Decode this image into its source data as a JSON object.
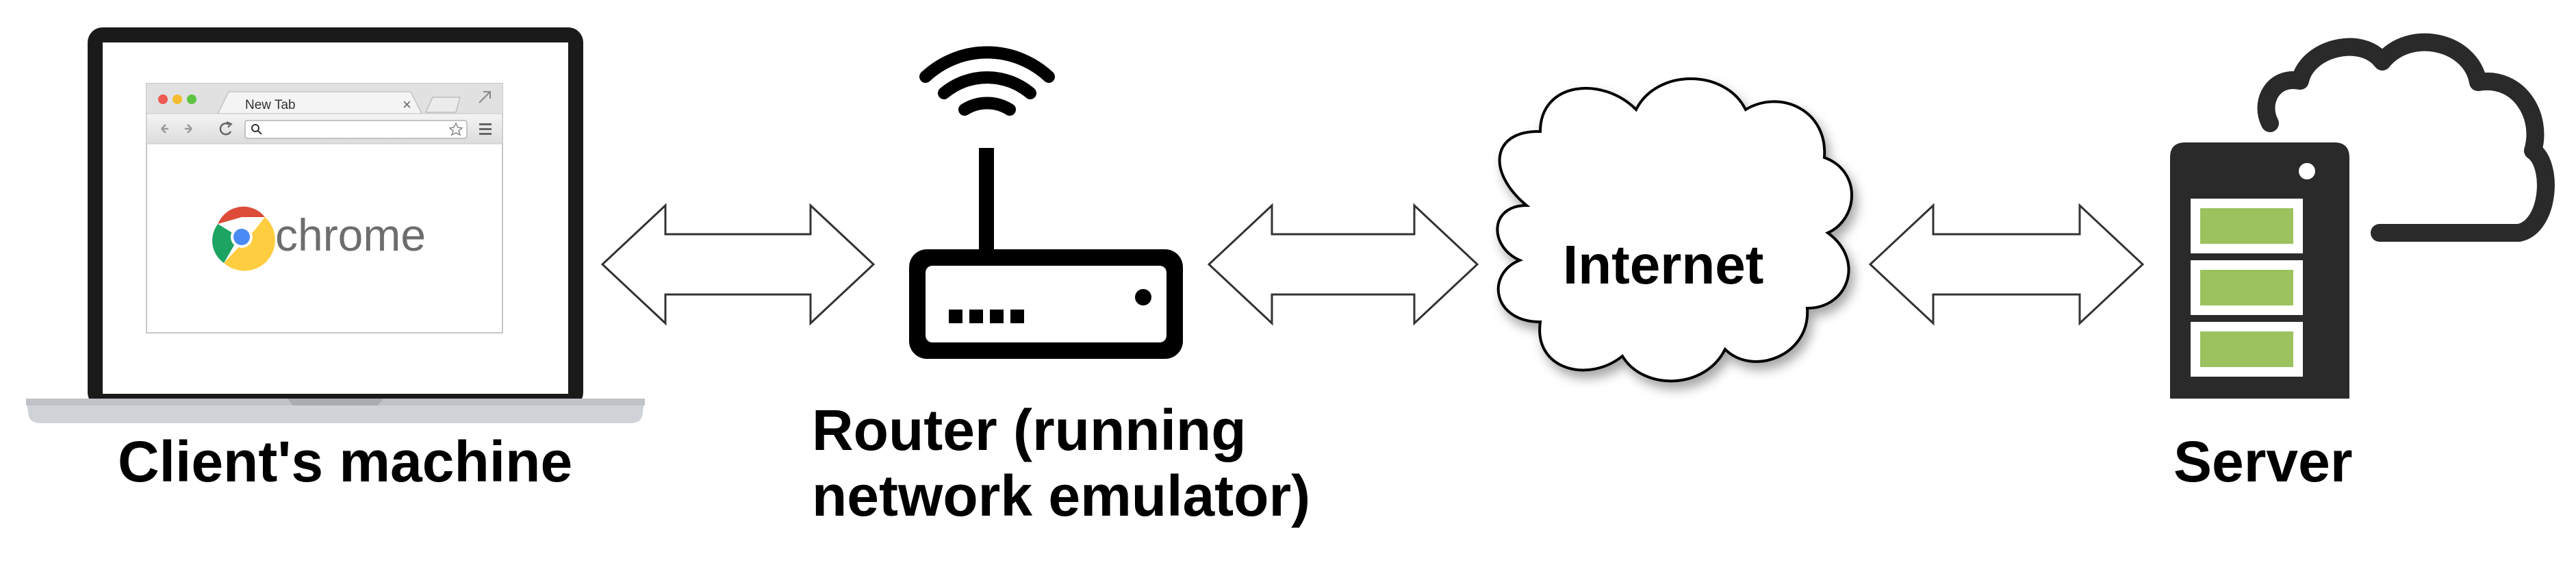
{
  "client": {
    "browser_tab_title": "New Tab",
    "browser_tab_close": "×",
    "browser_logo_text": "chrome",
    "caption": "Client's machine"
  },
  "router": {
    "caption_line1": "Router (running",
    "caption_line2": "network emulator)"
  },
  "internet": {
    "label": "Internet"
  },
  "server": {
    "caption": "Server"
  },
  "colors": {
    "server_slot": "#9bc25e",
    "server_body": "#2a2a2a",
    "arrow_stroke": "#333333",
    "chrome_red": "#dd4b39",
    "chrome_yellow": "#ffcd40",
    "chrome_green": "#1da462",
    "chrome_blue": "#4a8af4"
  }
}
